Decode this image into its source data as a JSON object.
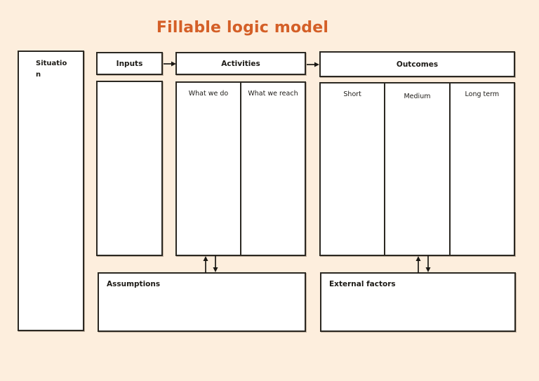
{
  "title": "Fillable logic model",
  "colors": {
    "background": "#fdeedd",
    "title_text": "#d45f27",
    "box_border": "#2b2822",
    "box_fill": "#ffffff",
    "label_text": "#1c1a16",
    "arrow": "#1a1814"
  },
  "boxes": {
    "situation": {
      "label": "Situation",
      "display_lines": [
        "Situatio",
        "n"
      ]
    },
    "inputs": {
      "label": "Inputs"
    },
    "activities": {
      "label": "Activities",
      "columns": [
        "What we do",
        "What we reach"
      ]
    },
    "outcomes": {
      "label": "Outcomes",
      "columns": [
        "Short",
        "Medium",
        "Long term"
      ]
    },
    "assumptions": {
      "label": "Assumptions"
    },
    "external_factors": {
      "label": "External factors"
    }
  },
  "icons": {
    "flow_right": "arrow-right-icon",
    "feedback_up": "arrow-up-icon",
    "feedback_down": "arrow-down-icon"
  }
}
